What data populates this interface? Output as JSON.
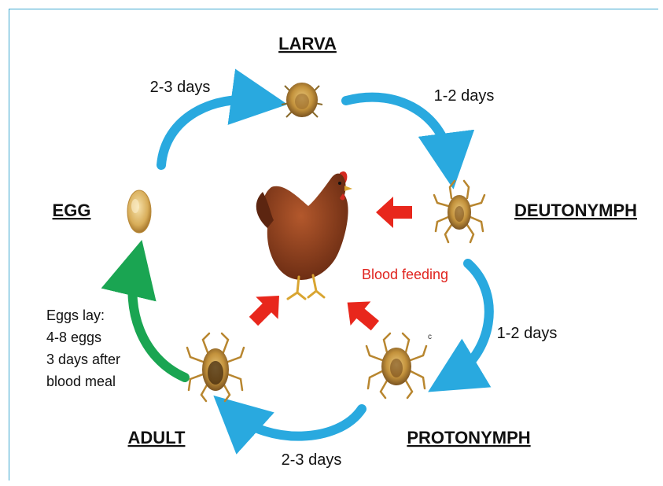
{
  "stages": {
    "larva": "LARVA",
    "deutonymph": "DEUTONYMPH",
    "protonymph": "PROTONYMPH",
    "adult": "ADULT",
    "egg": "EGG"
  },
  "durations": {
    "egg_to_larva": "2-3 days",
    "larva_to_deutonymph": "1-2 days",
    "deutonymph_to_protonymph": "1-2 days",
    "protonymph_to_adult": "2-3 days"
  },
  "egg_note": [
    "Eggs lay:",
    "4-8 eggs",
    "3 days after",
    "blood meal"
  ],
  "blood_feeding_label": "Blood feeding",
  "small_mark": "c",
  "colors": {
    "cycle_arrow": "#29a9df",
    "egg_arrow": "#1aa552",
    "feeding_arrow": "#e8271c",
    "feeding_text": "#e0231e"
  },
  "icons": {
    "host": "hen-illustration",
    "mite": "mite-illustration",
    "egg": "egg-illustration"
  }
}
